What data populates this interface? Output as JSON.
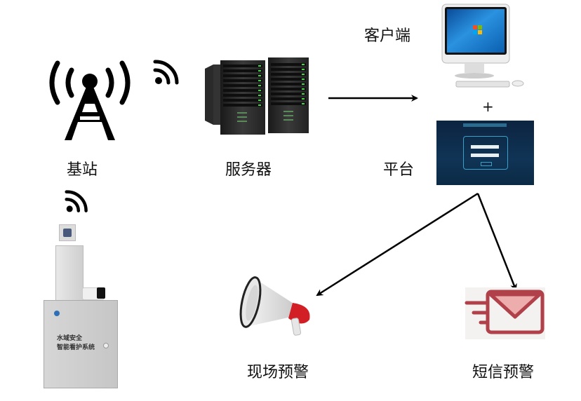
{
  "diagram": {
    "nodes": {
      "base_station": {
        "label": "基站",
        "icon": "cell-tower-icon"
      },
      "server": {
        "label": "服务器",
        "icon": "server-rack-icon"
      },
      "client": {
        "label": "客户端",
        "icon": "desktop-computer-icon"
      },
      "plus": {
        "label": "+"
      },
      "platform": {
        "label": "平台",
        "icon": "login-screen-icon"
      },
      "device": {
        "icon": "monitoring-device-icon",
        "panel_text_1": "水域安全",
        "panel_text_2": "智能看护系统"
      },
      "site_alarm": {
        "label": "现场预警",
        "icon": "megaphone-icon"
      },
      "sms_alarm": {
        "label": "短信预警",
        "icon": "envelope-icon"
      }
    },
    "edges": [
      {
        "from": "server",
        "to": "client_platform"
      },
      {
        "from": "platform",
        "to": "site_alarm"
      },
      {
        "from": "platform",
        "to": "sms_alarm"
      }
    ],
    "colors": {
      "arrow": "#000000",
      "envelope": "#b0404a",
      "envelope_fill": "#eeadad",
      "megaphone_red": "#d21f26",
      "platform_bg": "#0d2a45",
      "screen_blue": "#1c7fd0"
    }
  }
}
